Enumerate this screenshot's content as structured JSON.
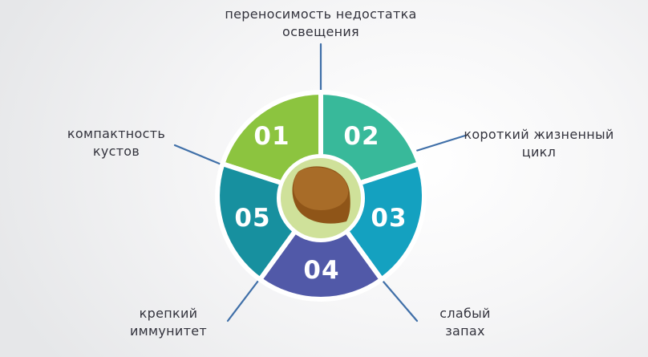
{
  "diagram": {
    "center_icon": "seed-icon",
    "segments": [
      {
        "number": "01",
        "color": "#8cc43f",
        "label_lines": [
          "компактность",
          "кустов"
        ]
      },
      {
        "number": "02",
        "color": "#38b99a",
        "label_lines": [
          "переносимость недостатка",
          "освещения"
        ]
      },
      {
        "number": "03",
        "color": "#14a1c0",
        "label_lines": [
          "короткий жизненный",
          "цикл"
        ]
      },
      {
        "number": "04",
        "color": "#5159a8",
        "label_lines": [
          "слабый",
          "запах"
        ]
      },
      {
        "number": "05",
        "color": "#17909f",
        "label_lines": [
          "крепкий",
          "иммунитет"
        ]
      }
    ],
    "labels": {
      "top": [
        "переносимость недостатка",
        "освещения"
      ],
      "right": [
        "короткий жизненный",
        "цикл"
      ],
      "bottom_right": [
        "слабый",
        "запах"
      ],
      "bottom_left": [
        "крепкий",
        "иммунитет"
      ],
      "left": [
        "компактность",
        "кустов"
      ]
    },
    "colors": {
      "connector": "#3f6fa8",
      "inner_ring": "#cfe19a",
      "seed": "#a86c28",
      "seed_shadow": "#8f5518",
      "text": "#33333d"
    }
  }
}
